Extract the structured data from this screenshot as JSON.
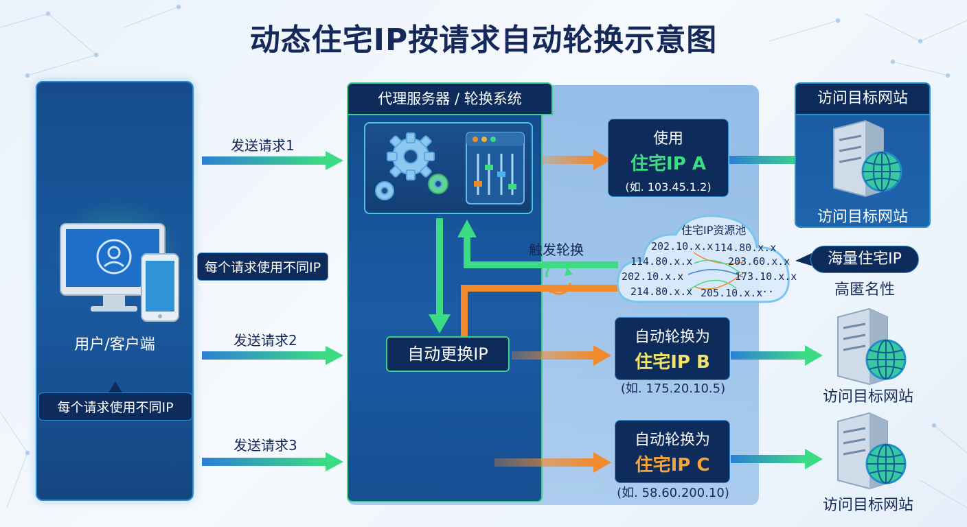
{
  "title": "动态住宅IP按请求自动轮换示意图",
  "client": {
    "label": "用户/客户端",
    "note": "每个请求使用不同IP",
    "side_note": "每个请求使用不同IP"
  },
  "requests": [
    "发送请求1",
    "发送请求2",
    "发送请求3"
  ],
  "proxy": {
    "title": "代理服务器 / 轮换系统",
    "switch_label": "自动更换IP",
    "trigger_label": "触发轮换"
  },
  "ips": [
    {
      "line1": "使用",
      "line2": "住宅IP A",
      "example": "(如. 103.45.1.2)",
      "color": "#3ddc84"
    },
    {
      "line1": "自动轮换为",
      "line2": "住宅IP B",
      "example": "(如. 175.20.10.5)",
      "color": "#f2e36b"
    },
    {
      "line1": "自动轮换为",
      "line2": "住宅IP C",
      "example": "(如. 58.60.200.10)",
      "color": "#f5a23a"
    }
  ],
  "pool": {
    "title": "住宅IP资源池",
    "addresses": [
      "202.10.x.x",
      "114.80.x.x",
      "114.80.x.x",
      "203.60.x.x",
      "202.10.x.x",
      "173.10.x.x",
      "214.80.x.x",
      "205.10.x.x",
      "..."
    ],
    "callout": "海量住宅IP",
    "anonymity": "高匿名性"
  },
  "targets": {
    "panel_title": "访问目标网站",
    "labels": [
      "访问目标网站",
      "访问目标网站",
      "访问目标网站"
    ]
  },
  "colors": {
    "green": "#3ddc84",
    "orange": "#f08a2c",
    "blue": "#2d7fd4",
    "navy": "#0d2c5c"
  }
}
